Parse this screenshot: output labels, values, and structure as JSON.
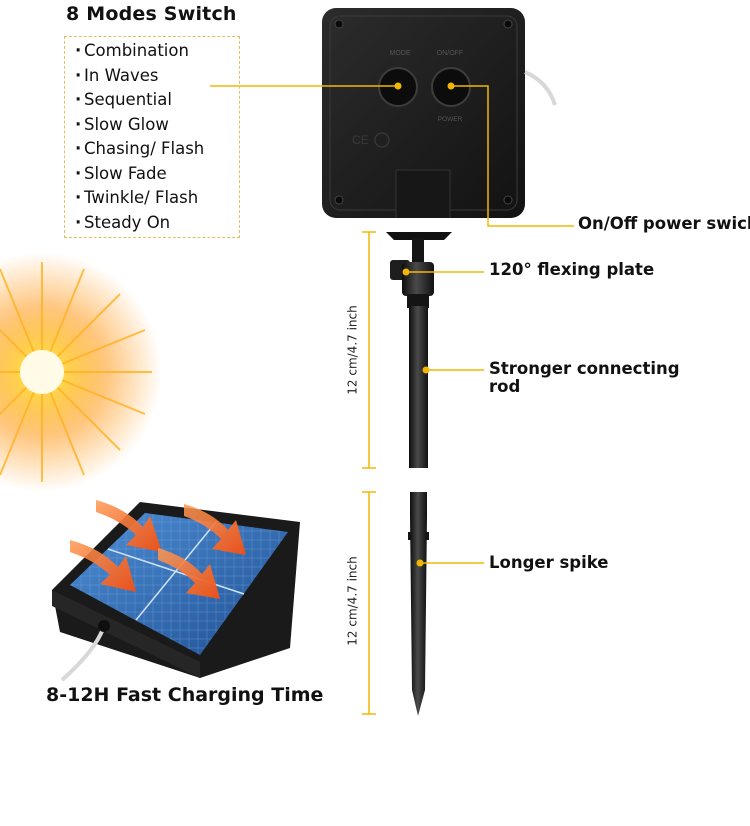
{
  "modes": {
    "title": "8 Modes Switch",
    "bullet": "·",
    "items": [
      "Combination",
      "In Waves",
      "Sequential",
      "Slow Glow",
      "Chasing/ Flash",
      "Slow Fade",
      "Twinkle/ Flash",
      "Steady On"
    ]
  },
  "control_box": {
    "mode_label": "MODE",
    "onoff_label": "ON/OFF",
    "power_label": "POWER",
    "ce_mark": "CE"
  },
  "callouts": {
    "power_switch": "On/Off power swich",
    "flexing_plate": "120° flexing plate",
    "connecting_rod": [
      "Stronger connecting",
      "rod"
    ],
    "spike": "Longer spike"
  },
  "dimensions": {
    "rod_length": "12 cm/4.7 inch",
    "spike_length": "12 cm/4.7 inch"
  },
  "charging": {
    "label": "8-12H Fast Charging Time"
  },
  "colors": {
    "accent": "#f2b705",
    "panel_blue": "#2f6fb6",
    "device_black": "#1c1c1c",
    "arrow_orange": "#f06a1d"
  }
}
